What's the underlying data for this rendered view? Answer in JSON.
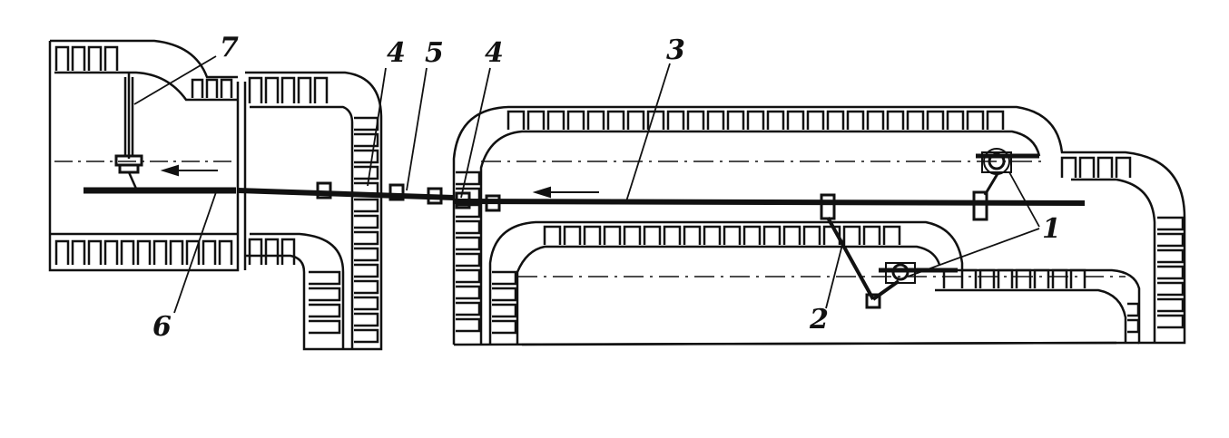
{
  "diagram": {
    "callouts": [
      {
        "id": "lbl-1",
        "text": "1"
      },
      {
        "id": "lbl-2",
        "text": "2"
      },
      {
        "id": "lbl-3",
        "text": "3"
      },
      {
        "id": "lbl-4a",
        "text": "4"
      },
      {
        "id": "lbl-4b",
        "text": "4"
      },
      {
        "id": "lbl-5",
        "text": "5"
      },
      {
        "id": "lbl-6",
        "text": "6"
      },
      {
        "id": "lbl-7",
        "text": "7"
      }
    ]
  }
}
